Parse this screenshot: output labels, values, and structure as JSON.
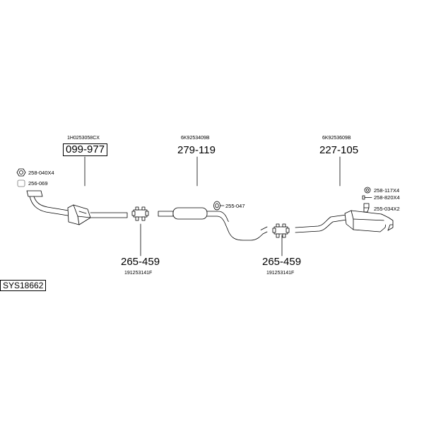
{
  "system_id": "SYS18662",
  "parts": [
    {
      "part_number": "099-977",
      "oem": "1H0253058CX",
      "highlighted": true
    },
    {
      "part_number": "279-119",
      "oem": "6K9253409B"
    },
    {
      "part_number": "227-105",
      "oem": "6K9253609B"
    },
    {
      "part_number": "265-459",
      "oem": "191253141F"
    },
    {
      "part_number": "265-459",
      "oem": "191253141F"
    }
  ],
  "small_parts": [
    {
      "label": "258-040X4",
      "icon": "nut-icon"
    },
    {
      "label": "256-069",
      "icon": "gasket-icon"
    },
    {
      "label": "255-047",
      "icon": "rubber-ring-icon"
    },
    {
      "label": "258-117X4",
      "icon": "washer-icon"
    },
    {
      "label": "258-820X4",
      "icon": "bolt-icon"
    },
    {
      "label": "255-034X2",
      "icon": "hanger-icon"
    }
  ]
}
